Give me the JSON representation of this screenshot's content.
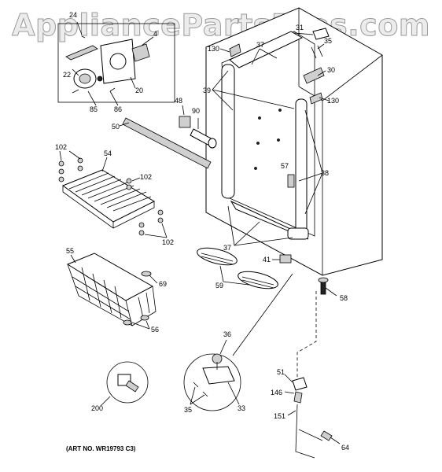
{
  "watermark": "AppliancePartsPros.com",
  "art_number": "(ART NO. WR19793 C3)",
  "callouts": {
    "p24": "24",
    "p4": "4",
    "p22": "22",
    "p20": "20",
    "p85": "85",
    "p86": "86",
    "p48": "48",
    "p90": "90",
    "p50": "50",
    "p130a": "130",
    "p37a": "37",
    "p39": "39",
    "p31": "31",
    "p35a": "35",
    "p30": "30",
    "p130b": "130",
    "p102a": "102",
    "p54": "54",
    "p102b": "102",
    "p102c": "102",
    "p57": "57",
    "p38": "38",
    "p37b": "37",
    "p55": "55",
    "p69": "69",
    "p56": "56",
    "p41": "41",
    "p59": "59",
    "p58": "58",
    "p36": "36",
    "p35b": "35",
    "p33": "33",
    "p200": "200",
    "p51": "51",
    "p146": "146",
    "p151": "151",
    "p64": "64"
  }
}
